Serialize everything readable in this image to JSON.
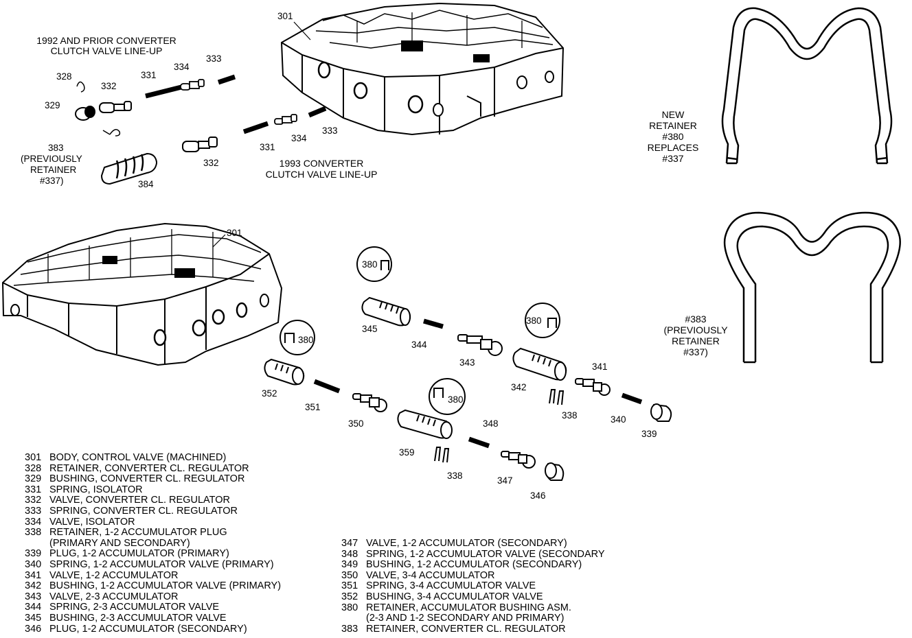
{
  "captions": {
    "lineup_1992": [
      "1992 AND PRIOR CONVERTER",
      "CLUTCH VALVE LINE-UP"
    ],
    "lineup_1993": [
      "1993 CONVERTER",
      "CLUTCH VALVE LINE-UP"
    ],
    "new_retainer": [
      "NEW",
      "RETAINER",
      "#380",
      "REPLACES",
      "#337"
    ],
    "retainer_383": [
      "#383",
      "(PREVIOUSLY",
      "RETAINER",
      "#337)"
    ],
    "callout_383": [
      "383",
      "(PREVIOUSLY",
      "RETAINER",
      "#337)"
    ]
  },
  "callouts": {
    "c301a": "301",
    "c328": "328",
    "c329": "329",
    "c332a": "332",
    "c331a": "331",
    "c334a": "334",
    "c333a": "333",
    "c333b": "333",
    "c334b": "334",
    "c331b": "331",
    "c332b": "332",
    "c384": "384",
    "c301b": "301",
    "c380a": "380",
    "c380b": "380",
    "c380c": "380",
    "c380d": "380",
    "c345": "345",
    "c344": "344",
    "c343": "343",
    "c342": "342",
    "c341": "341",
    "c338a": "338",
    "c340": "340",
    "c339": "339",
    "c352": "352",
    "c351": "351",
    "c350": "350",
    "c359": "359",
    "c348": "348",
    "c338b": "338",
    "c347": "347",
    "c346": "346"
  },
  "legend_left": [
    {
      "num": "301",
      "text": "BODY, CONTROL VALVE (MACHINED)"
    },
    {
      "num": "328",
      "text": "RETAINER, CONVERTER CL. REGULATOR"
    },
    {
      "num": "329",
      "text": "BUSHING, CONVERTER CL. REGULATOR"
    },
    {
      "num": "331",
      "text": "SPRING, ISOLATOR"
    },
    {
      "num": "332",
      "text": "VALVE, CONVERTER CL. REGULATOR"
    },
    {
      "num": "333",
      "text": "SPRING, CONVERTER CL. REGULATOR"
    },
    {
      "num": "334",
      "text": "VALVE, ISOLATOR"
    },
    {
      "num": "338",
      "text": "RETAINER, 1-2 ACCUMULATOR PLUG"
    },
    {
      "num": "",
      "text": "(PRIMARY AND SECONDARY)"
    },
    {
      "num": "339",
      "text": "PLUG, 1-2 ACCUMULATOR (PRIMARY)"
    },
    {
      "num": "340",
      "text": "SPRING, 1-2 ACCUMULATOR VALVE (PRIMARY)"
    },
    {
      "num": "341",
      "text": "VALVE, 1-2 ACCUMULATOR"
    },
    {
      "num": "342",
      "text": "BUSHING, 1-2 ACCUMULATOR VALVE (PRIMARY)"
    },
    {
      "num": "343",
      "text": "VALVE, 2-3 ACCUMULATOR"
    },
    {
      "num": "344",
      "text": "SPRING, 2-3 ACCUMULATOR VALVE"
    },
    {
      "num": "345",
      "text": "BUSHING, 2-3 ACCUMULATOR VALVE"
    },
    {
      "num": "346",
      "text": "PLUG, 1-2 ACCUMULATOR (SECONDARY)"
    }
  ],
  "legend_right": [
    {
      "num": "347",
      "text": "VALVE, 1-2 ACCUMULATOR (SECONDARY)"
    },
    {
      "num": "348",
      "text": "SPRING, 1-2 ACCUMULATOR VALVE (SECONDARY"
    },
    {
      "num": "349",
      "text": "BUSHING, 1-2 ACCUMULATOR (SECONDARY)"
    },
    {
      "num": "350",
      "text": "VALVE, 3-4 ACCUMULATOR"
    },
    {
      "num": "351",
      "text": "SPRING, 3-4 ACCUMULATOR VALVE"
    },
    {
      "num": "352",
      "text": "BUSHING, 3-4 ACCUMULATOR VALVE"
    },
    {
      "num": "380",
      "text": "RETAINER, ACCUMULATOR BUSHING ASM."
    },
    {
      "num": "",
      "text": "(2-3 AND 1-2 SECONDARY AND PRIMARY)"
    },
    {
      "num": "383",
      "text": "RETAINER, CONVERTER CL. REGULATOR"
    }
  ]
}
